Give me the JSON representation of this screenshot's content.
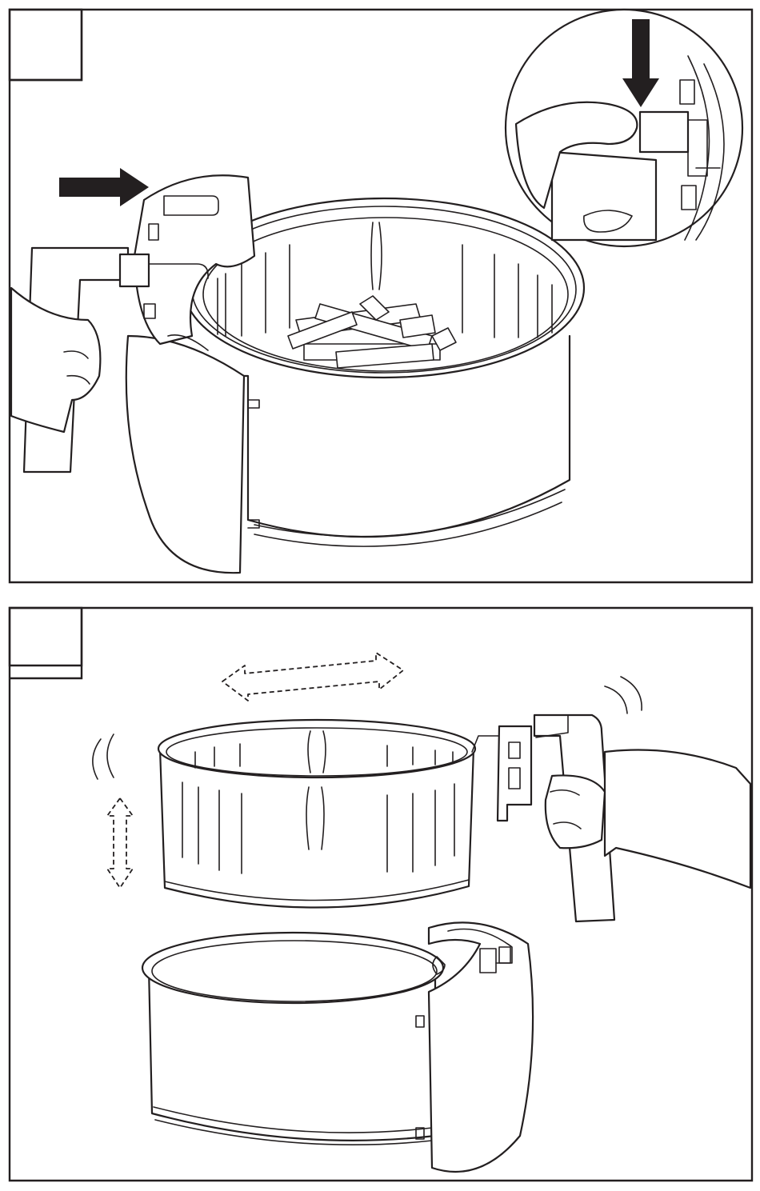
{
  "panels": [
    {
      "step_label": "",
      "elements": [
        "push-arrow",
        "release-button-detail",
        "basket-with-fries",
        "outer-pan",
        "hand-holding-handle"
      ]
    },
    {
      "step_label": "",
      "elements": [
        "shake-arrow-horizontal",
        "shake-arrow-vertical",
        "lifted-basket",
        "outer-pan",
        "hand-holding-handle",
        "motion-lines"
      ]
    }
  ],
  "colors": {
    "ink": "#231f20",
    "paper": "#ffffff"
  }
}
